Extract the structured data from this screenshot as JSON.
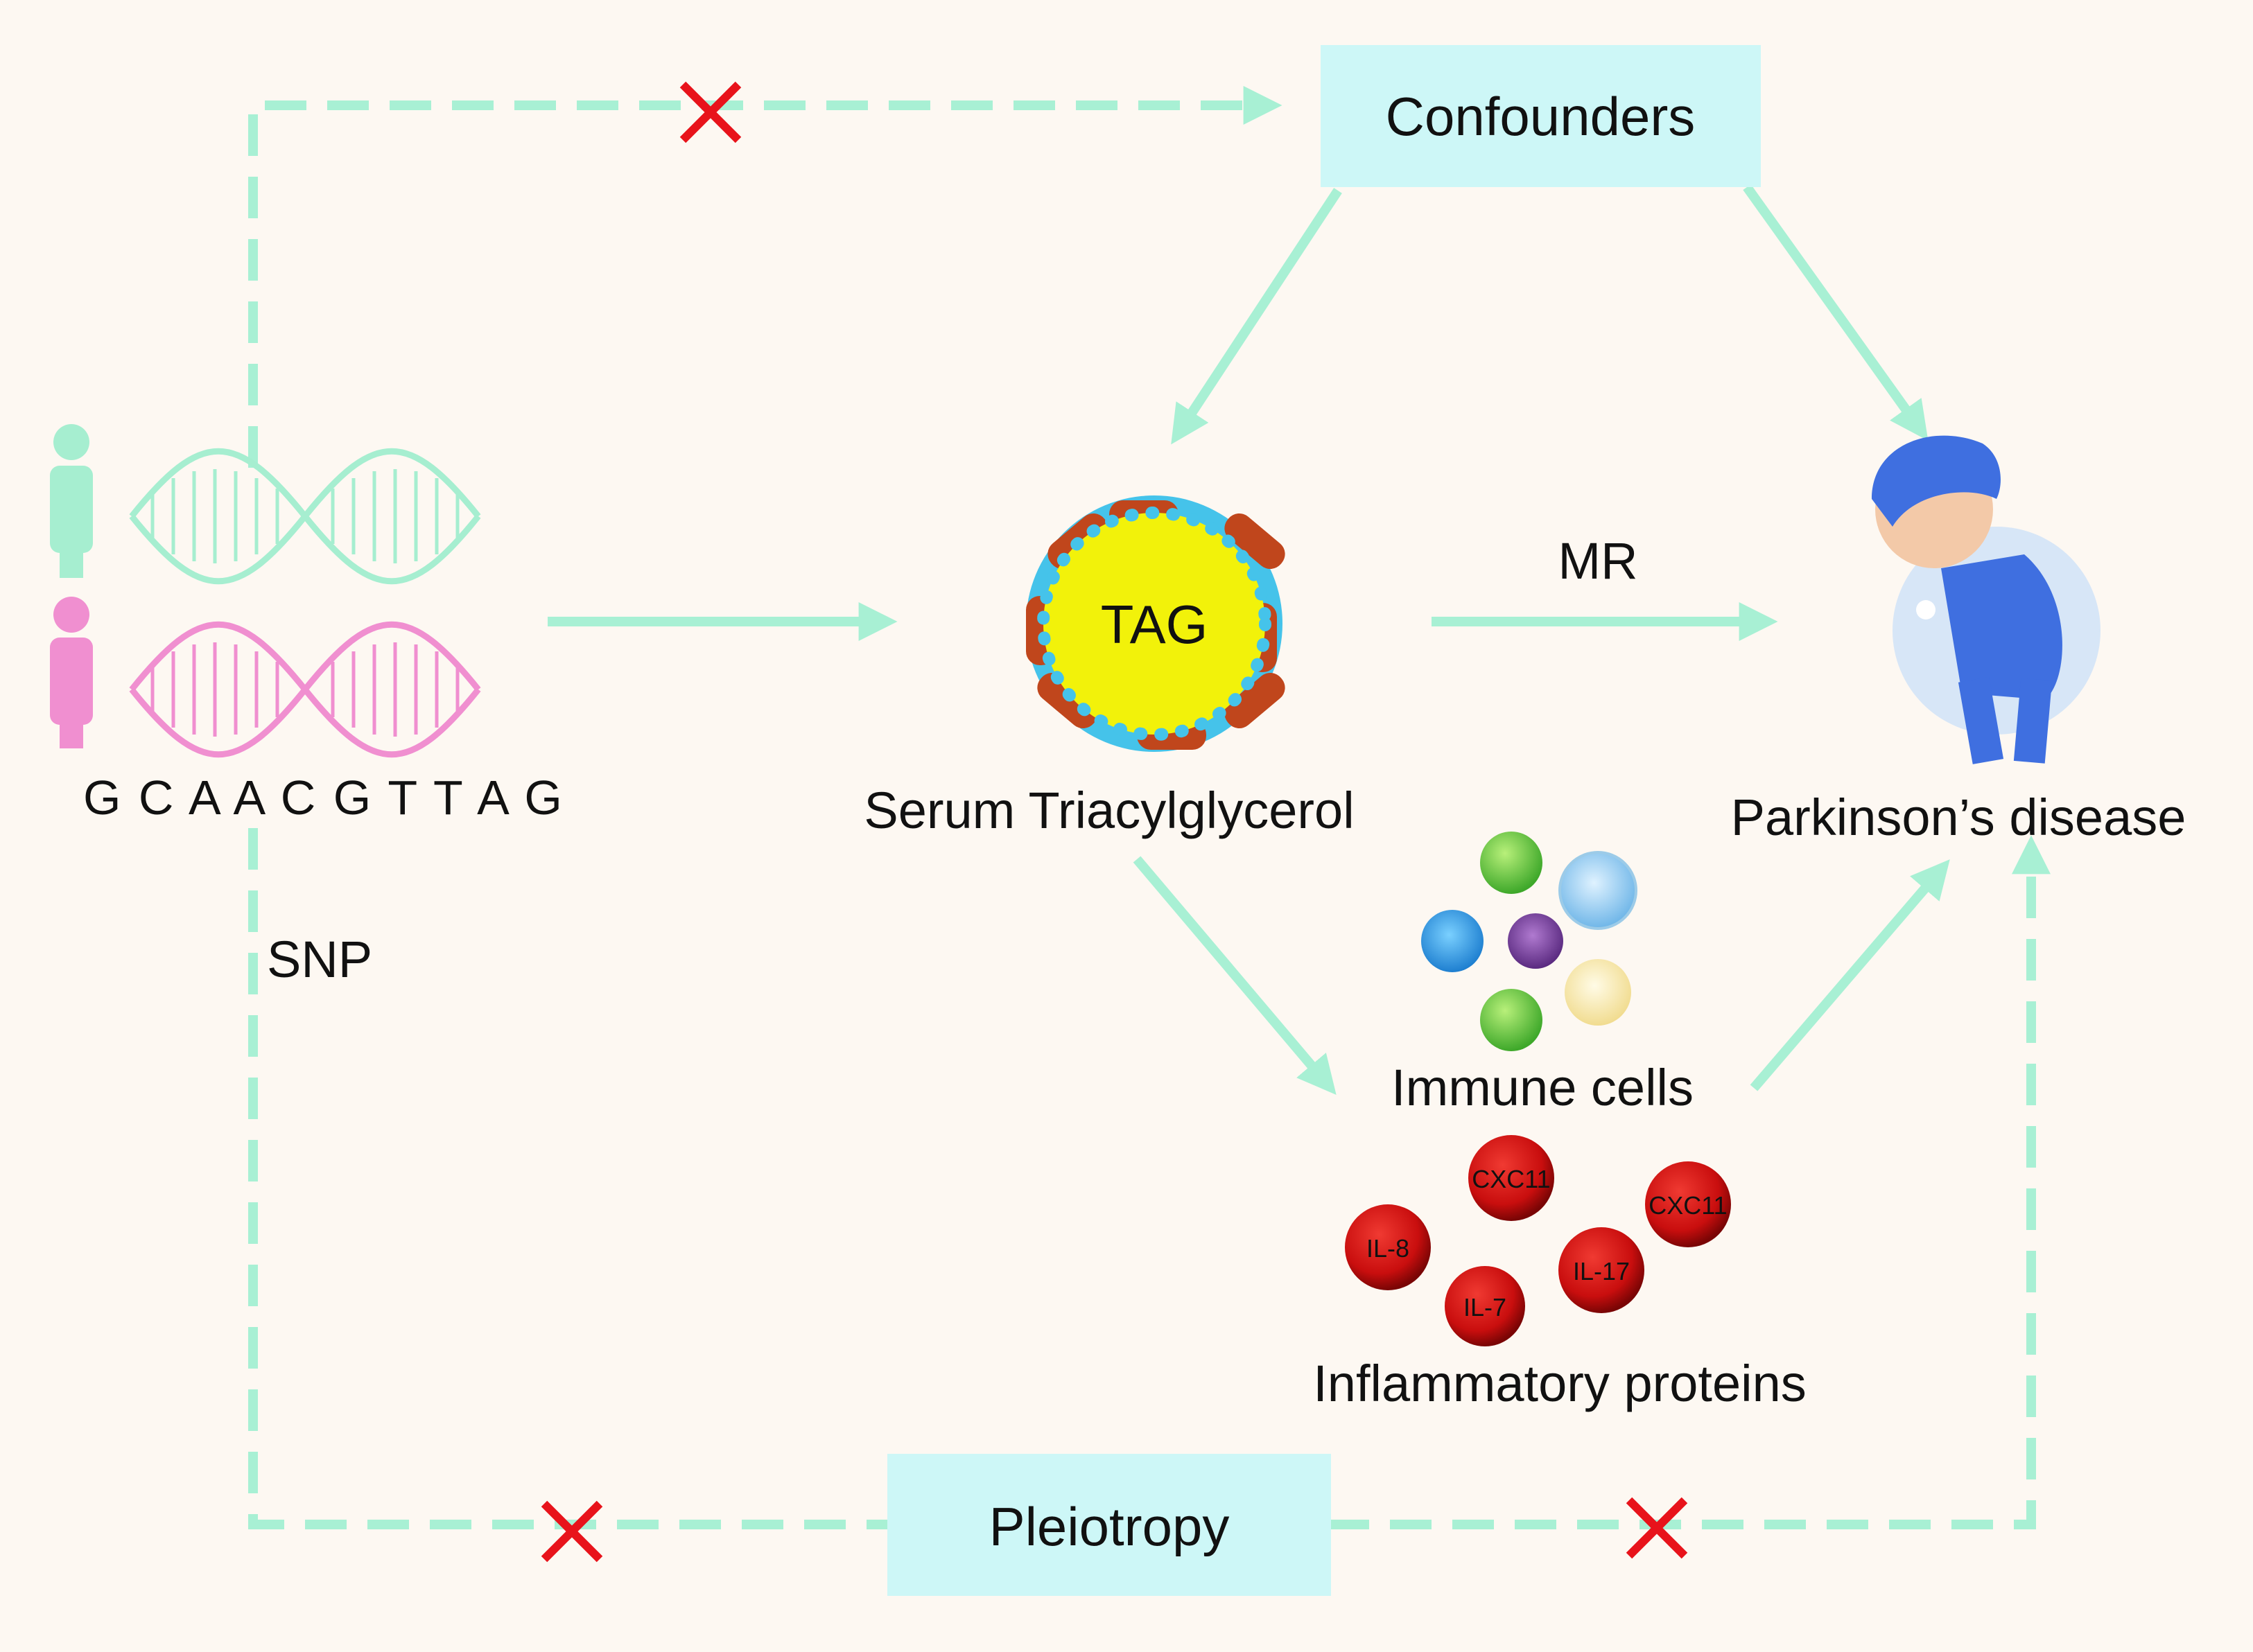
{
  "colors": {
    "background": "#fdf8f2",
    "arrow": "#a8f0d4",
    "box": "#cdf7f7",
    "cross": "#e8131b",
    "tag_core": "#f2f20a",
    "tag_dot": "#45c3ea",
    "tag_band": "#c0461c",
    "protein": "#c90e0e",
    "male": "#a6eed0",
    "female": "#f08fd0",
    "patient": "#3f6fe0"
  },
  "boxes": {
    "confounders": "Confounders",
    "pleiotropy": "Pleiotropy"
  },
  "labels": {
    "sequence": "G C A A C G T T A G",
    "snp": "SNP",
    "mr": "MR",
    "tag": "TAG",
    "serum": "Serum Triacylglycerol",
    "parkinsons": "Parkinson’s disease",
    "immune": "Immune cells",
    "inflammatory": "Inflammatory proteins"
  },
  "proteins": [
    "CXC11",
    "CXC11",
    "IL-8",
    "IL-17",
    "IL-7"
  ],
  "icons": {
    "male": "person-icon",
    "female": "person-icon",
    "dna": "dna-helix-icon",
    "cross": "cross-icon",
    "patient": "patient-icon",
    "immune": "immune-cell-icon"
  }
}
